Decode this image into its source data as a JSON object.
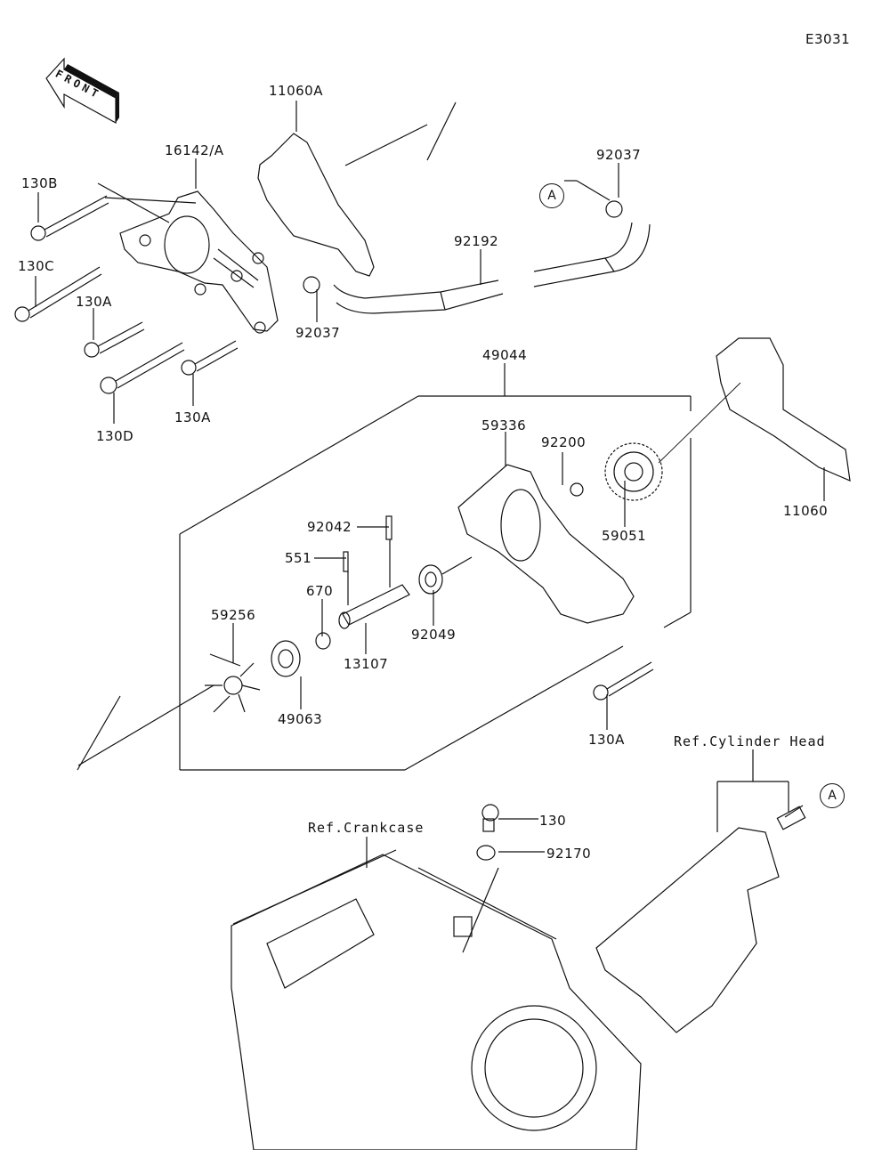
{
  "diagram": {
    "code": "E3031",
    "front_label": "FRONT",
    "callouts": {
      "ref_a": "A",
      "ref_a2": "A"
    },
    "refs": {
      "cylinder_head": "Ref.Cylinder Head",
      "crankcase": "Ref.Crankcase"
    },
    "parts": {
      "p11060A": "11060A",
      "p16142A": "16142/A",
      "p130B": "130B",
      "p130C": "130C",
      "p130A_1": "130A",
      "p130D": "130D",
      "p130A_2": "130A",
      "p92037_1": "92037",
      "p92037_2": "92037",
      "p92192": "92192",
      "p49044": "49044",
      "p59336": "59336",
      "p92200": "92200",
      "p59051": "59051",
      "p11060": "11060",
      "p92042": "92042",
      "p551": "551",
      "p670": "670",
      "p59256": "59256",
      "p13107": "13107",
      "p92049": "92049",
      "p49063": "49063",
      "p130A_3": "130A",
      "p130": "130",
      "p92170": "92170"
    }
  }
}
